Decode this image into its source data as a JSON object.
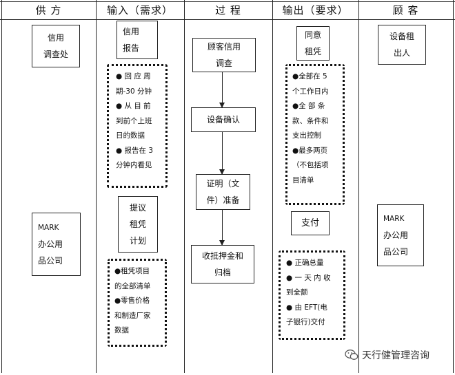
{
  "headers": [
    "供 方",
    "输入（需求）",
    "过 程",
    "输出（要求）",
    "顾 客"
  ],
  "supplier": {
    "credit_office": [
      "信用",
      "调查处"
    ],
    "mark_company": [
      "MARK",
      "办公用",
      "品公司"
    ]
  },
  "input": {
    "credit_report": [
      "信用",
      "报告"
    ],
    "requirements_1": [
      "● 回 应 周",
      "期-30 分钟",
      "● 从 目 前",
      "到前个上班",
      "日的数据",
      "● 报告在 3",
      "分钟内看见"
    ],
    "lease_plan": [
      "提议",
      "租凭",
      "计划"
    ],
    "requirements_2": [
      "●租凭项目",
      "的全部清单",
      "●零售价格",
      "和制造厂家",
      "数据"
    ]
  },
  "process": {
    "steps": [
      [
        "顾客信用",
        "调查"
      ],
      [
        "设备确认"
      ],
      [
        "证明（文",
        "件）准备"
      ],
      [
        "收抵押金和",
        "归档"
      ]
    ]
  },
  "output": {
    "approve_lease": [
      "同意",
      "租凭"
    ],
    "requirements_1": [
      "●全部在 5",
      "个工作日内",
      "●全 部 条",
      "款、条件和",
      "支出控制",
      "●最多两页",
      "（不包括项",
      "目清单"
    ],
    "payment": "支付",
    "requirements_2": [
      "● 正确总量",
      "● 一 天 内 收",
      "到全额",
      "● 由 EFT(电",
      "子银行)交付"
    ]
  },
  "customer": {
    "lessor": [
      "设备租",
      "出人"
    ],
    "mark_company": [
      "MARK",
      "办公用",
      "品公司"
    ]
  },
  "watermark": "天行健管理咨询"
}
